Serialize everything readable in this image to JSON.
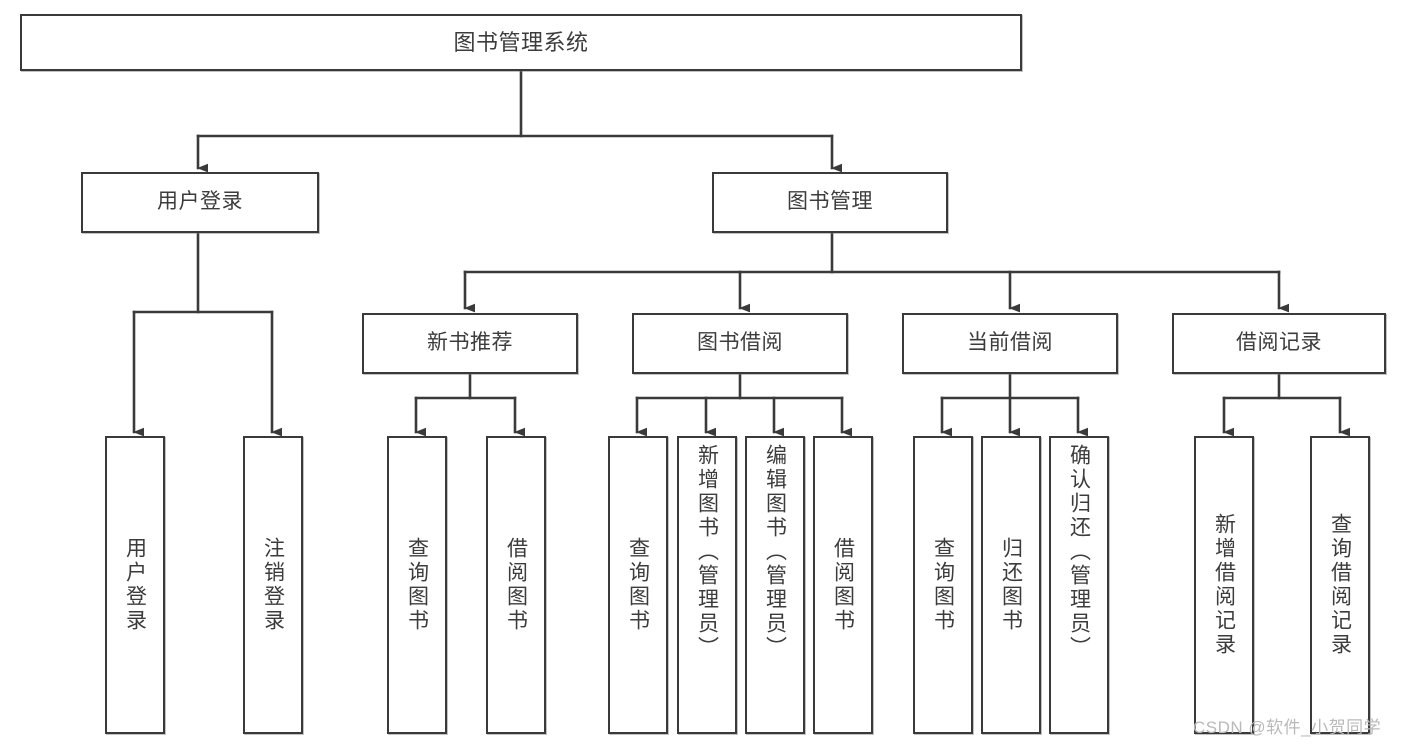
{
  "diagram": {
    "type": "tree-hierarchy-flowchart",
    "title": "图书管理系统",
    "root": {
      "label": "图书管理系统"
    },
    "level2": [
      {
        "id": "user-login",
        "label": "用户登录"
      },
      {
        "id": "book-manage",
        "label": "图书管理"
      }
    ],
    "level3": [
      {
        "id": "new-book-recommend",
        "label": "新书推荐",
        "parent": "book-manage"
      },
      {
        "id": "book-borrow",
        "label": "图书借阅",
        "parent": "book-manage"
      },
      {
        "id": "current-borrow",
        "label": "当前借阅",
        "parent": "book-manage"
      },
      {
        "id": "borrow-record",
        "label": "借阅记录",
        "parent": "book-manage"
      }
    ],
    "leaves": {
      "user_login": [
        {
          "id": "leaf-user-login",
          "label": "用户登录"
        },
        {
          "id": "leaf-logout-login",
          "label": "注销登录"
        }
      ],
      "new_book_recommend": [
        {
          "id": "leaf-query-book-1",
          "label": "查询图书"
        },
        {
          "id": "leaf-borrow-book-1",
          "label": "借阅图书"
        }
      ],
      "book_borrow": [
        {
          "id": "leaf-query-book-2",
          "label": "查询图书"
        },
        {
          "id": "leaf-add-book",
          "label": "新增图书（管理员）"
        },
        {
          "id": "leaf-edit-book",
          "label": "编辑图书（管理员）"
        },
        {
          "id": "leaf-borrow-book-2",
          "label": "借阅图书"
        }
      ],
      "current_borrow": [
        {
          "id": "leaf-query-book-3",
          "label": "查询图书"
        },
        {
          "id": "leaf-return-book",
          "label": "归还图书"
        },
        {
          "id": "leaf-confirm-return",
          "label": "确认归还（管理员）"
        }
      ],
      "borrow_record": [
        {
          "id": "leaf-add-record",
          "label": "新增借阅记录"
        },
        {
          "id": "leaf-query-record",
          "label": "查询借阅记录"
        }
      ]
    },
    "colors": {
      "stroke": "#3a3a3a",
      "text": "#3c3c3c",
      "background": "#ffffff",
      "watermark": "#b9b9b9"
    }
  },
  "watermark": {
    "text": "CSDN @软件_小贺同学"
  }
}
